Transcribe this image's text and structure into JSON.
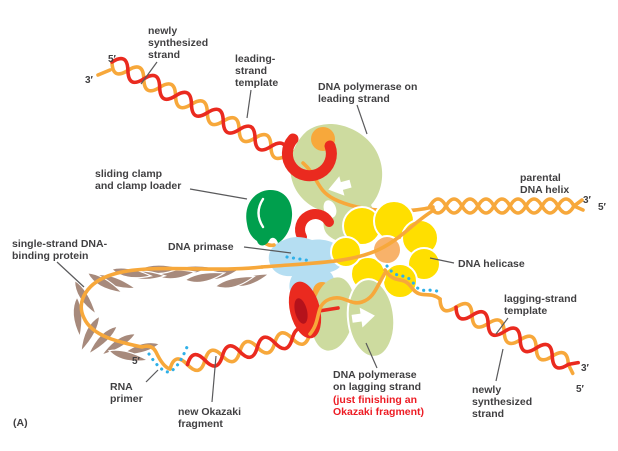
{
  "colors": {
    "orange": "#F7A83B",
    "red": "#EA2A1F",
    "yellow": "#FFDF00",
    "yellow_center": "#F8B26A",
    "olive": "#CDDB9F",
    "green": "#009F4D",
    "primase_blue": "#B5DEF2",
    "primer_blue": "#2FB0E8",
    "ssb_brown": "#A78A7C",
    "label_gray": "#414042",
    "leader_gray": "#5A5A5C",
    "note_red": "#ED1C24",
    "clamp_dark_red": "#B5121B"
  },
  "labels": {
    "newly_synthesized_top": [
      "newly",
      "synthesized",
      "strand"
    ],
    "leading_strand_template": [
      "leading-",
      "strand",
      "template"
    ],
    "dna_polymerase_leading": [
      "DNA polymerase on",
      "leading strand"
    ],
    "sliding_clamp_loader": [
      "sliding clamp",
      "and clamp loader"
    ],
    "parental_dna_helix": [
      "parental",
      "DNA helix"
    ],
    "single_strand_binding": [
      "single-strand DNA-",
      "binding protein"
    ],
    "dna_primase": "DNA primase",
    "dna_helicase": "DNA helicase",
    "lagging_strand_template": [
      "lagging-strand",
      "template"
    ],
    "rna_primer": [
      "RNA",
      "primer"
    ],
    "new_okazaki_fragment": [
      "new Okazaki",
      "fragment"
    ],
    "dna_polymerase_lagging": [
      "DNA polymerase",
      "on lagging strand"
    ],
    "dna_polymerase_lagging_note": [
      "(just finishing an",
      "Okazaki fragment)"
    ],
    "newly_synthesized_bottom": [
      "newly",
      "synthesized",
      "strand"
    ],
    "panel_label": "(A)"
  },
  "strand_ends": {
    "top_left_5": "5′",
    "top_left_3": "3′",
    "parental_3": "3′",
    "parental_5": "5′",
    "lagging_5": "5′",
    "bottom_right_3": "3′",
    "bottom_right_5": "5′"
  }
}
